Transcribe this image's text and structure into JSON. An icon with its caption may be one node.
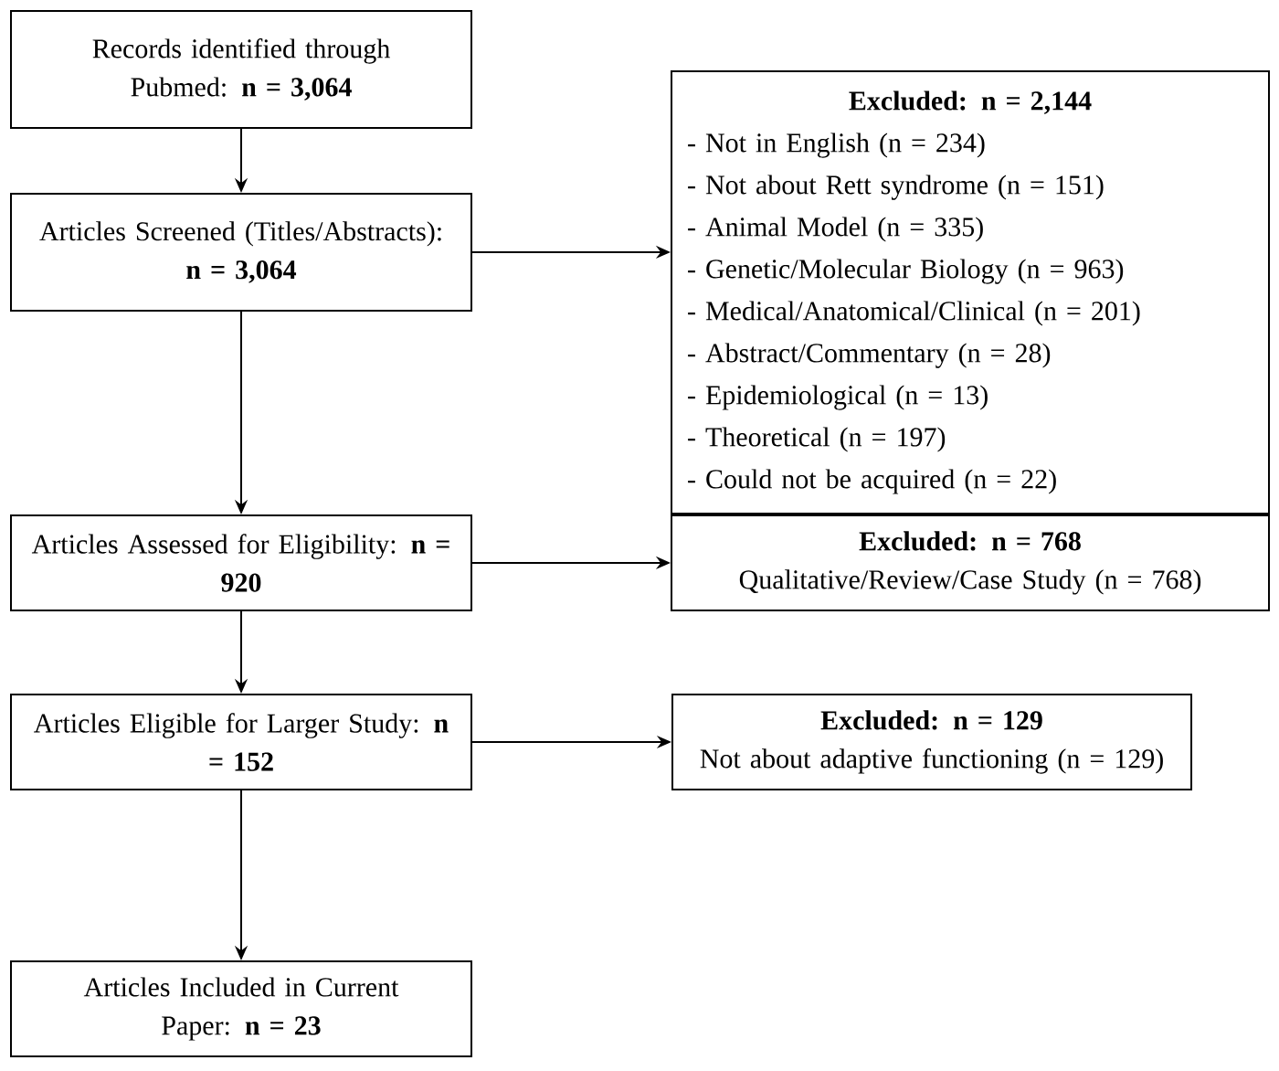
{
  "diagram": {
    "nodes": [
      {
        "text": [
          "Records identified through Pubmed: **n = 3,064**"
        ]
      },
      {
        "text": [
          "Articles Screened (Titles/Abstracts): **n = 3,064**"
        ]
      },
      {
        "text": [
          "Excluded: n = 2,144",
          "- Not in English (n = 234)",
          "- Not about Rett syndrome (n = 151)",
          "- Animal Model (n = 335)",
          "- Genetic/Molecular Biology (n = 963)",
          "- Medical/Anatomical/Clinical (n = 201)",
          "- Abstract/Commentary (n = 28)",
          "- Epidemiological (n = 13)",
          "- Theoretical (n = 197)",
          "- Could not be acquired (n = 22)"
        ]
      },
      {
        "text": [
          "Articles Assessed for Eligibility: **n = 920**"
        ]
      },
      {
        "text": [
          "Excluded: n = 768",
          "Qualitative/Review/Case Study (n = 768)"
        ]
      },
      {
        "text": [
          "Articles Eligible for Larger Study: **n = 152**"
        ]
      },
      {
        "text": [
          "Excluded: n = 129",
          "Not about adaptive functioning (n = 129)"
        ]
      },
      {
        "text": [
          "Articles Included in Current Paper: **n = 23**"
        ]
      }
    ],
    "edges": [
      {
        "from": 0,
        "to": 1,
        "arrow": "to"
      },
      {
        "from": 1,
        "to": 2,
        "arrow": "to"
      },
      {
        "from": 1,
        "to": 3,
        "arrow": "to"
      },
      {
        "from": 3,
        "to": 4,
        "arrow": "to"
      },
      {
        "from": 3,
        "to": 5,
        "arrow": "to"
      },
      {
        "from": 5,
        "to": 6,
        "arrow": "to"
      },
      {
        "from": 5,
        "to": 7,
        "arrow": "to"
      }
    ]
  }
}
